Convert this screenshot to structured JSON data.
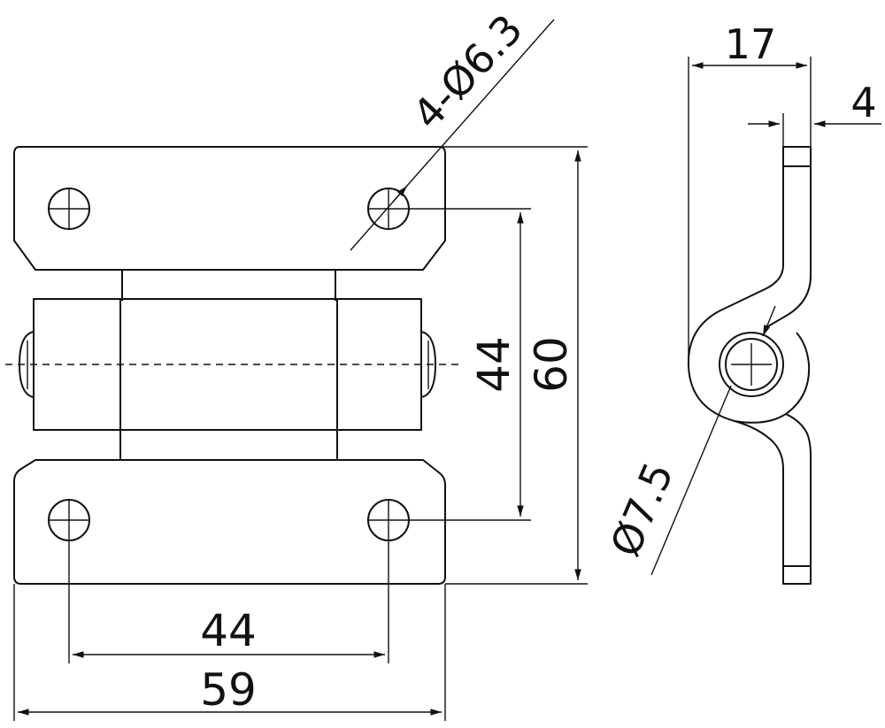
{
  "dimensions": {
    "hole_spec": "4-Ø6.3",
    "hole_pitch_vertical": "44",
    "overall_height": "60",
    "hole_pitch_horizontal": "44",
    "overall_width": "59",
    "side_depth": "17",
    "plate_thickness": "4",
    "pin_diameter": "Ø7.5"
  },
  "colors": {
    "line": "#111111",
    "background": "#ffffff"
  }
}
